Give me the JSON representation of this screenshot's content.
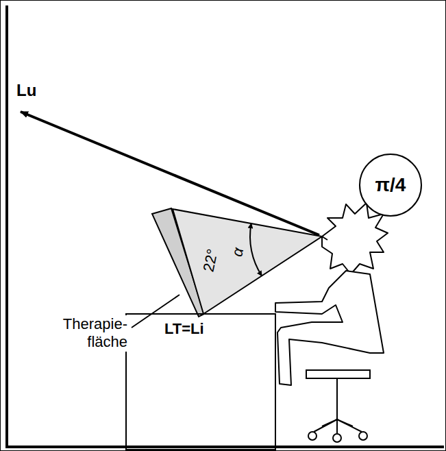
{
  "diagram": {
    "nodes": [
      {
        "text": [
          "π/4"
        ]
      },
      {
        "text": [
          "α",
          "22°"
        ]
      },
      {
        "text": [
          "LT=Li"
        ]
      }
    ],
    "labels": [
      "Lu",
      "Therapie- fläche"
    ]
  }
}
